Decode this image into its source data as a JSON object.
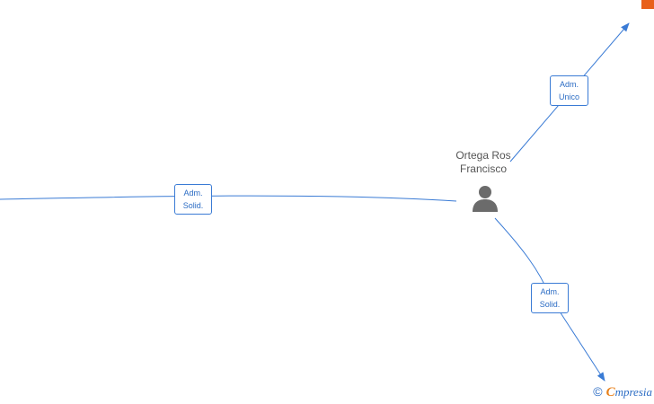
{
  "person": {
    "name_line1": "Ortega Ros",
    "name_line2": "Francisco",
    "icon": "person-icon"
  },
  "edges": [
    {
      "id": "edge-left",
      "label_line1": "Adm.",
      "label_line2": "Solid."
    },
    {
      "id": "edge-top-right",
      "label_line1": "Adm.",
      "label_line2": "Unico"
    },
    {
      "id": "edge-bottom-right",
      "label_line1": "Adm.",
      "label_line2": "Solid."
    }
  ],
  "watermark": {
    "copyright_symbol": "©",
    "brand_first": "C",
    "brand_rest": "mpresia"
  },
  "colors": {
    "edge": "#3a7bd5",
    "label_text": "#2b6cc4",
    "person_icon": "#6b6b6b",
    "brand_accent": "#e8801a",
    "corner_accent": "#e8601a"
  }
}
